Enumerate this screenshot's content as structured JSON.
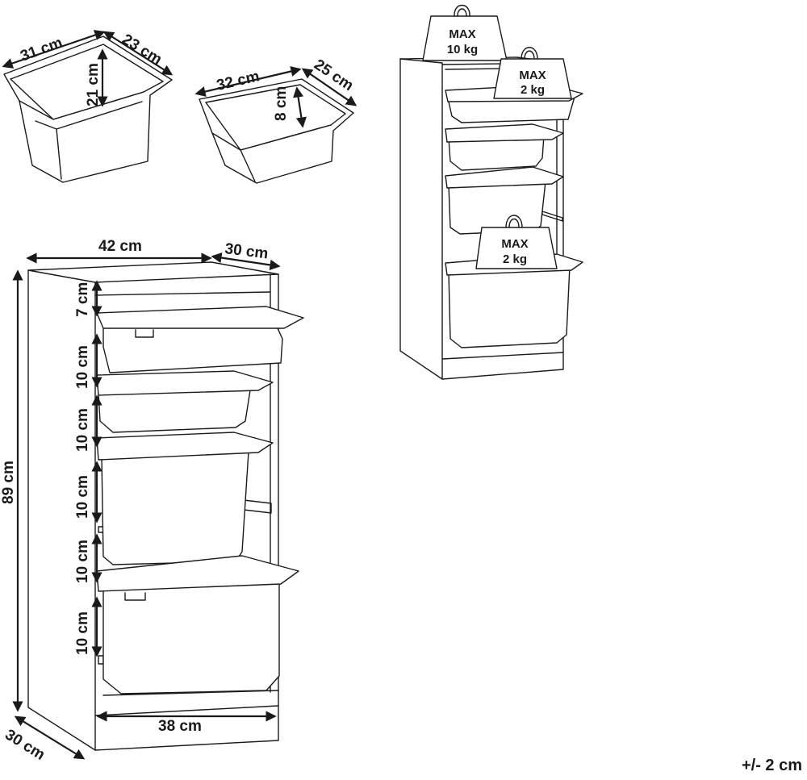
{
  "tub_large": {
    "width": "31 cm",
    "depth": "23 cm",
    "height": "21 cm"
  },
  "tub_small": {
    "width": "32 cm",
    "depth": "25 cm",
    "height": "8 cm"
  },
  "unit": {
    "width": "42 cm",
    "depth_top": "30 cm",
    "height": "89 cm",
    "depth_bottom": "30 cm",
    "inner_width": "38 cm",
    "gaps": [
      "7 cm",
      "10 cm",
      "10 cm",
      "10 cm",
      "10 cm",
      "10 cm"
    ]
  },
  "loads": {
    "top": {
      "line1": "MAX",
      "line2": "10 kg"
    },
    "bin": {
      "line1": "MAX",
      "line2": "2 kg"
    },
    "bottom_bin": {
      "line1": "MAX",
      "line2": "2 kg"
    }
  },
  "tolerance": "+/- 2 cm"
}
